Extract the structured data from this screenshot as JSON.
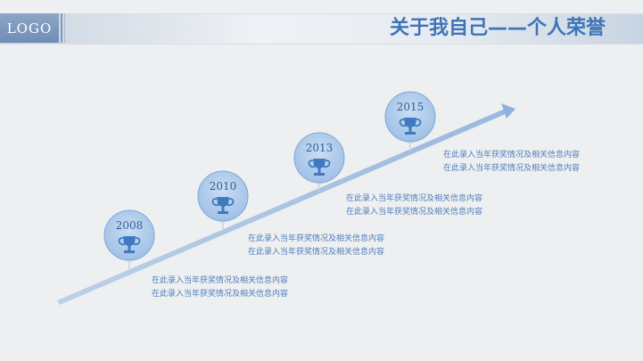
{
  "header": {
    "logo": "LOGO",
    "title": "关于我自己——个人荣誉"
  },
  "milestones": [
    {
      "year": "2008",
      "lines": [
        "在此录入当年获奖情况及相关信息内容",
        "在此录入当年获奖情况及相关信息内容"
      ]
    },
    {
      "year": "2010",
      "lines": [
        "在此录入当年获奖情况及相关信息内容",
        "在此录入当年获奖情况及相关信息内容"
      ]
    },
    {
      "year": "2013",
      "lines": [
        "在此录入当年获奖情况及相关信息内容",
        "在此录入当年获奖情况及相关信息内容"
      ]
    },
    {
      "year": "2015",
      "lines": [
        "在此录入当年获奖情况及相关信息内容",
        "在此录入当年获奖情况及相关信息内容"
      ]
    }
  ],
  "icons": {
    "milestone": "trophy-icon",
    "arrow": "arrow-head-icon"
  },
  "colors": {
    "accent": "#3d75b8",
    "arrow": "#a9c4e3",
    "badge": "#aac8ea"
  }
}
